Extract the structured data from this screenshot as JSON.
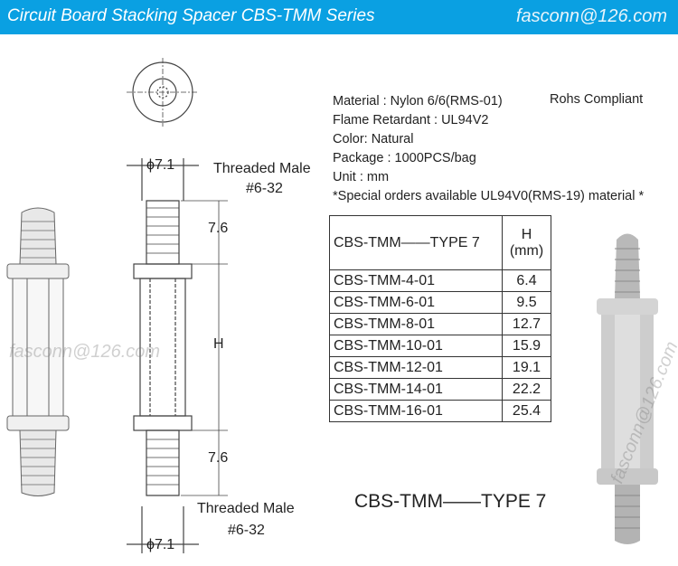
{
  "header": {
    "title": "Circuit Board Stacking Spacer  CBS-TMM  Series",
    "email": "fasconn@126.com"
  },
  "specs": [
    "Material : Nylon 6/6(RMS-01)",
    "Flame Retardant : UL94V2",
    "Color: Natural",
    "Package : 1000PCS/bag",
    "Unit : mm",
    "*Special orders available UL94V0(RMS-19) material *"
  ],
  "rohs": "Rohs Compliant",
  "table": {
    "header": [
      "CBS-TMM——TYPE 7",
      "H",
      "(mm)"
    ],
    "rows": [
      [
        "CBS-TMM-4-01",
        "6.4"
      ],
      [
        "CBS-TMM-6-01",
        "9.5"
      ],
      [
        "CBS-TMM-8-01",
        "12.7"
      ],
      [
        "CBS-TMM-10-01",
        "15.9"
      ],
      [
        "CBS-TMM-12-01",
        "19.1"
      ],
      [
        "CBS-TMM-14-01",
        "22.2"
      ],
      [
        "CBS-TMM-16-01",
        "25.4"
      ]
    ]
  },
  "drawing": {
    "dia_top": "ϕ7.1",
    "dia_bottom": "ϕ7.1",
    "thread_top": [
      "Threaded Male",
      "#6-32"
    ],
    "thread_bottom": [
      "Threaded Male",
      "#6-32"
    ],
    "dim_top": "7.6",
    "dim_h": "H",
    "dim_bottom": "7.6"
  },
  "type_label": "CBS-TMM——TYPE  7",
  "watermark": "fasconn@126.com"
}
